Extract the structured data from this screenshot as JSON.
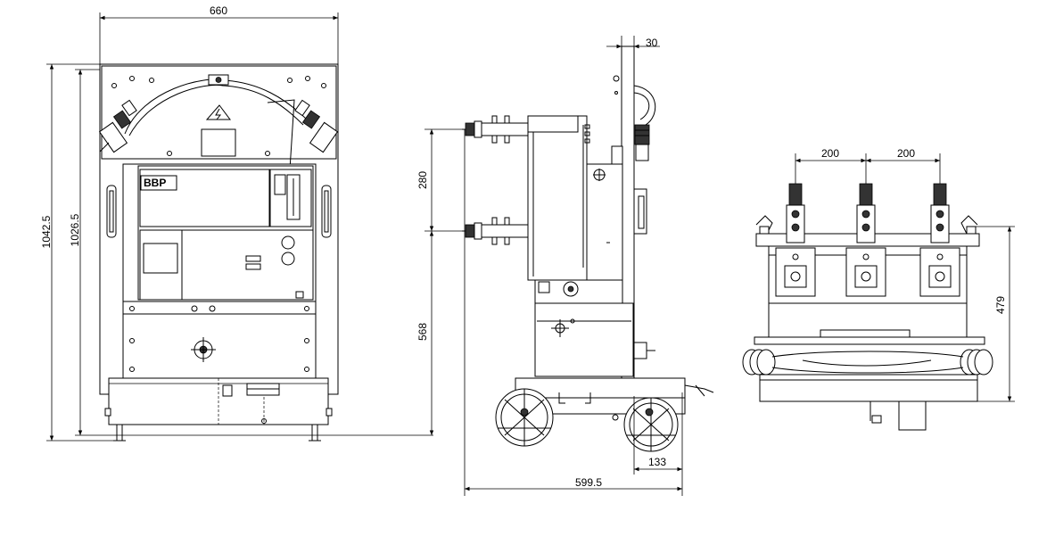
{
  "dimensions": {
    "front_width": "660",
    "front_height_outer": "1042.5",
    "front_height_inner": "1026.5",
    "side_offset_top": "30",
    "side_terminal_spacing": "280",
    "side_lower_height": "568",
    "side_wheel_offset": "133",
    "side_depth": "599.5",
    "pole_spacing_left": "200",
    "pole_spacing_right": "200",
    "pole_height": "479"
  },
  "labels": {
    "logo": "BBP"
  },
  "colors": {
    "line": "#000000",
    "background": "#ffffff"
  }
}
